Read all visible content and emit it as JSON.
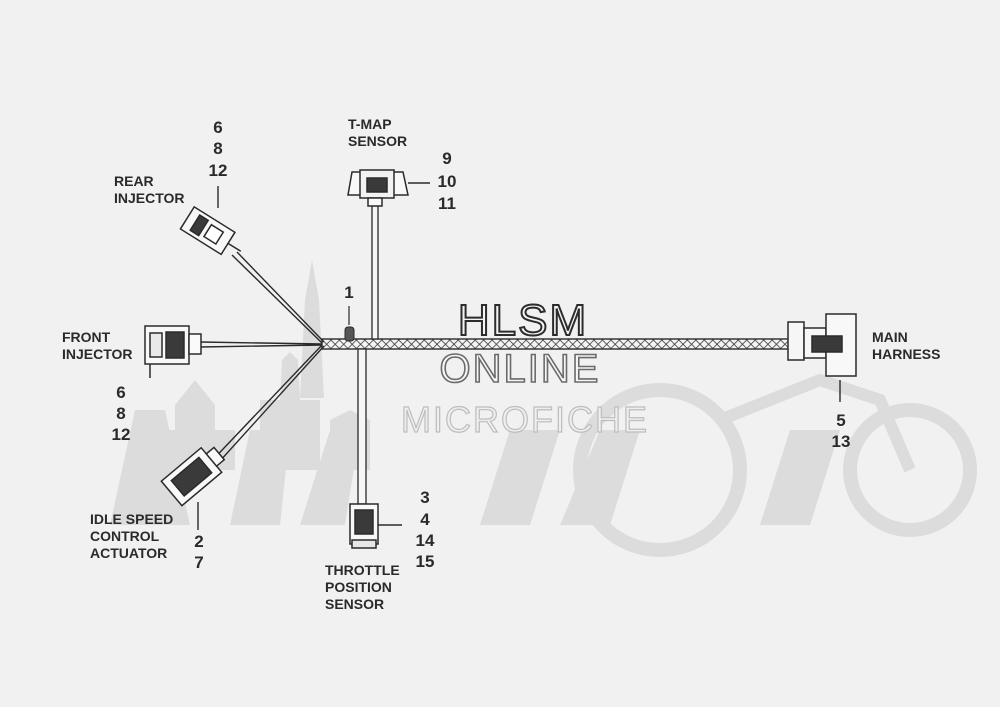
{
  "watermark": {
    "line1": "HLSM",
    "line2": "ONLINE",
    "line3": "MICROFICHE"
  },
  "components": {
    "tmap_sensor": {
      "label": "T-MAP\nSENSOR",
      "refs": [
        "9",
        "10",
        "11"
      ]
    },
    "rear_injector": {
      "label": "REAR\nINJECTOR",
      "refs": [
        "6",
        "8",
        "12"
      ]
    },
    "front_injector": {
      "label": "FRONT\nINJECTOR",
      "refs": [
        "6",
        "8",
        "12"
      ]
    },
    "main_harness": {
      "label": "MAIN\nHARNESS",
      "refs": [
        "5",
        "13"
      ]
    },
    "idle_speed_control_actuator": {
      "label": "IDLE SPEED\nCONTROL\nACTUATOR",
      "refs": [
        "2",
        "7"
      ]
    },
    "throttle_position_sensor": {
      "label": "THROTTLE\nPOSITION\nSENSOR",
      "refs": [
        "3",
        "4",
        "14",
        "15"
      ]
    },
    "clip": {
      "refs": [
        "1"
      ]
    }
  },
  "colors": {
    "line": "#2a2a2a",
    "background": "#f1f1f1",
    "background_art": "#dcdcdc"
  }
}
